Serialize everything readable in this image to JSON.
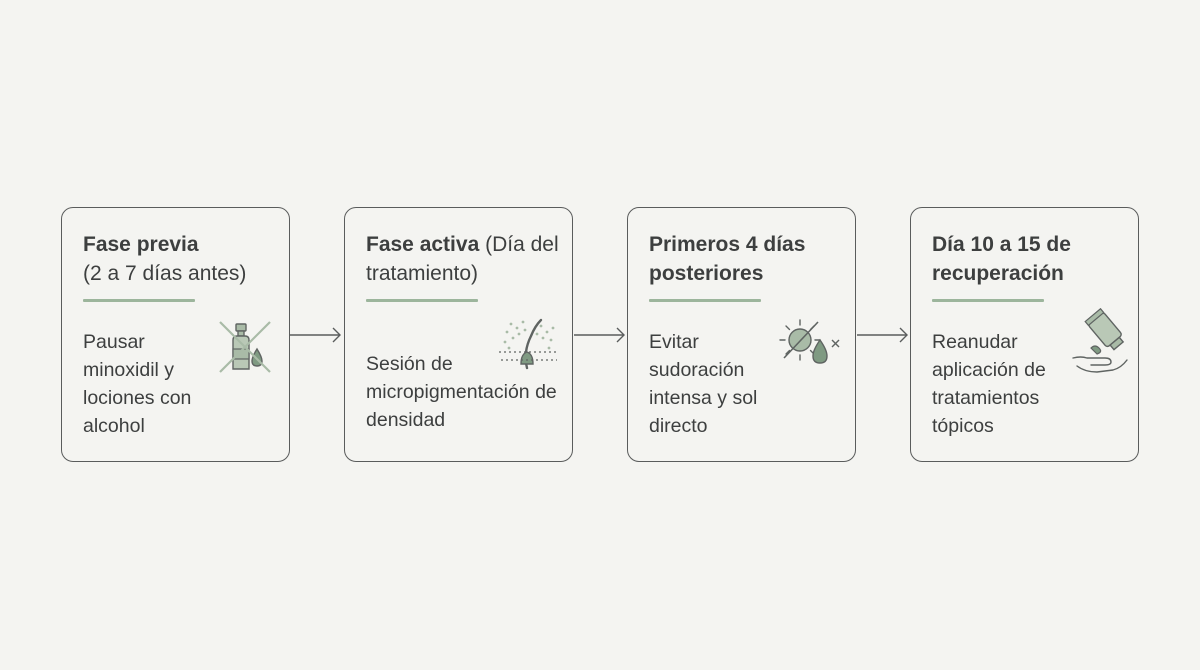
{
  "steps": [
    {
      "title_bold": "Fase previa",
      "title_regular": "(2 a 7 días antes)",
      "description": "Pausar minoxidil y lociones con alcohol",
      "icon": "no-lotion-bottle-icon"
    },
    {
      "title_bold": "Fase activa",
      "title_regular": "(Día del tratamiento)",
      "description": "Sesión de micropigmentación de densidad",
      "icon": "hair-follicle-pigment-icon"
    },
    {
      "title_bold": "Primeros 4 días posteriores",
      "title_regular": "",
      "description": "Evitar sudoración intensa y sol directo",
      "icon": "no-sun-sweat-icon"
    },
    {
      "title_bold": "Día 10 a 15 de recuperación",
      "title_regular": "",
      "description": "Reanudar aplicación de tratamientos tópicos",
      "icon": "cream-tube-hand-icon"
    }
  ],
  "colors": {
    "background": "#f4f4f1",
    "border": "#5a5c5c",
    "text": "#3d3f3f",
    "accent": "#9cb59c",
    "icon_fill": "#a9bba7",
    "icon_stroke": "#5f6462"
  }
}
